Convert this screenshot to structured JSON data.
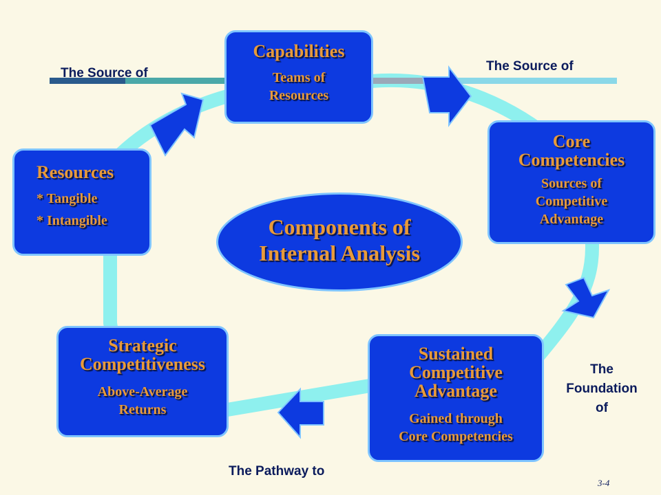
{
  "title": {
    "line1": "Components of",
    "line2": "Internal Analysis"
  },
  "resources": {
    "title": "Resources",
    "items": [
      "* Tangible",
      "* Intangible"
    ]
  },
  "capabilities": {
    "title": "Capabilities",
    "sub1": "Teams of",
    "sub2": "Resources"
  },
  "core": {
    "title1": "Core",
    "title2": "Competencies",
    "sub1": "Sources of",
    "sub2": "Competitive",
    "sub3": "Advantage"
  },
  "sustained": {
    "title1": "Sustained",
    "title2": "Competitive",
    "title3": "Advantage",
    "sub1": "Gained through",
    "sub2": "Core Competencies"
  },
  "strategic": {
    "title1": "Strategic",
    "title2": "Competitiveness",
    "sub1": "Above-Average",
    "sub2": "Returns"
  },
  "labels": {
    "source_left": "The Source of",
    "source_right": "The Source of",
    "foundation1": "The",
    "foundation2": "Foundation",
    "foundation3": "of",
    "pathway": "The Pathway to"
  },
  "slide_number": "3-4",
  "colors": {
    "box": "#0d3ae0",
    "ring": "#8ef0ee",
    "text": "#e89a3a",
    "arrow": "#0d3ae0",
    "background": "#fbf8e6"
  },
  "icons": [
    "arrow-up-right-icon",
    "arrow-right-icon",
    "arrow-down-icon",
    "arrow-left-icon"
  ]
}
